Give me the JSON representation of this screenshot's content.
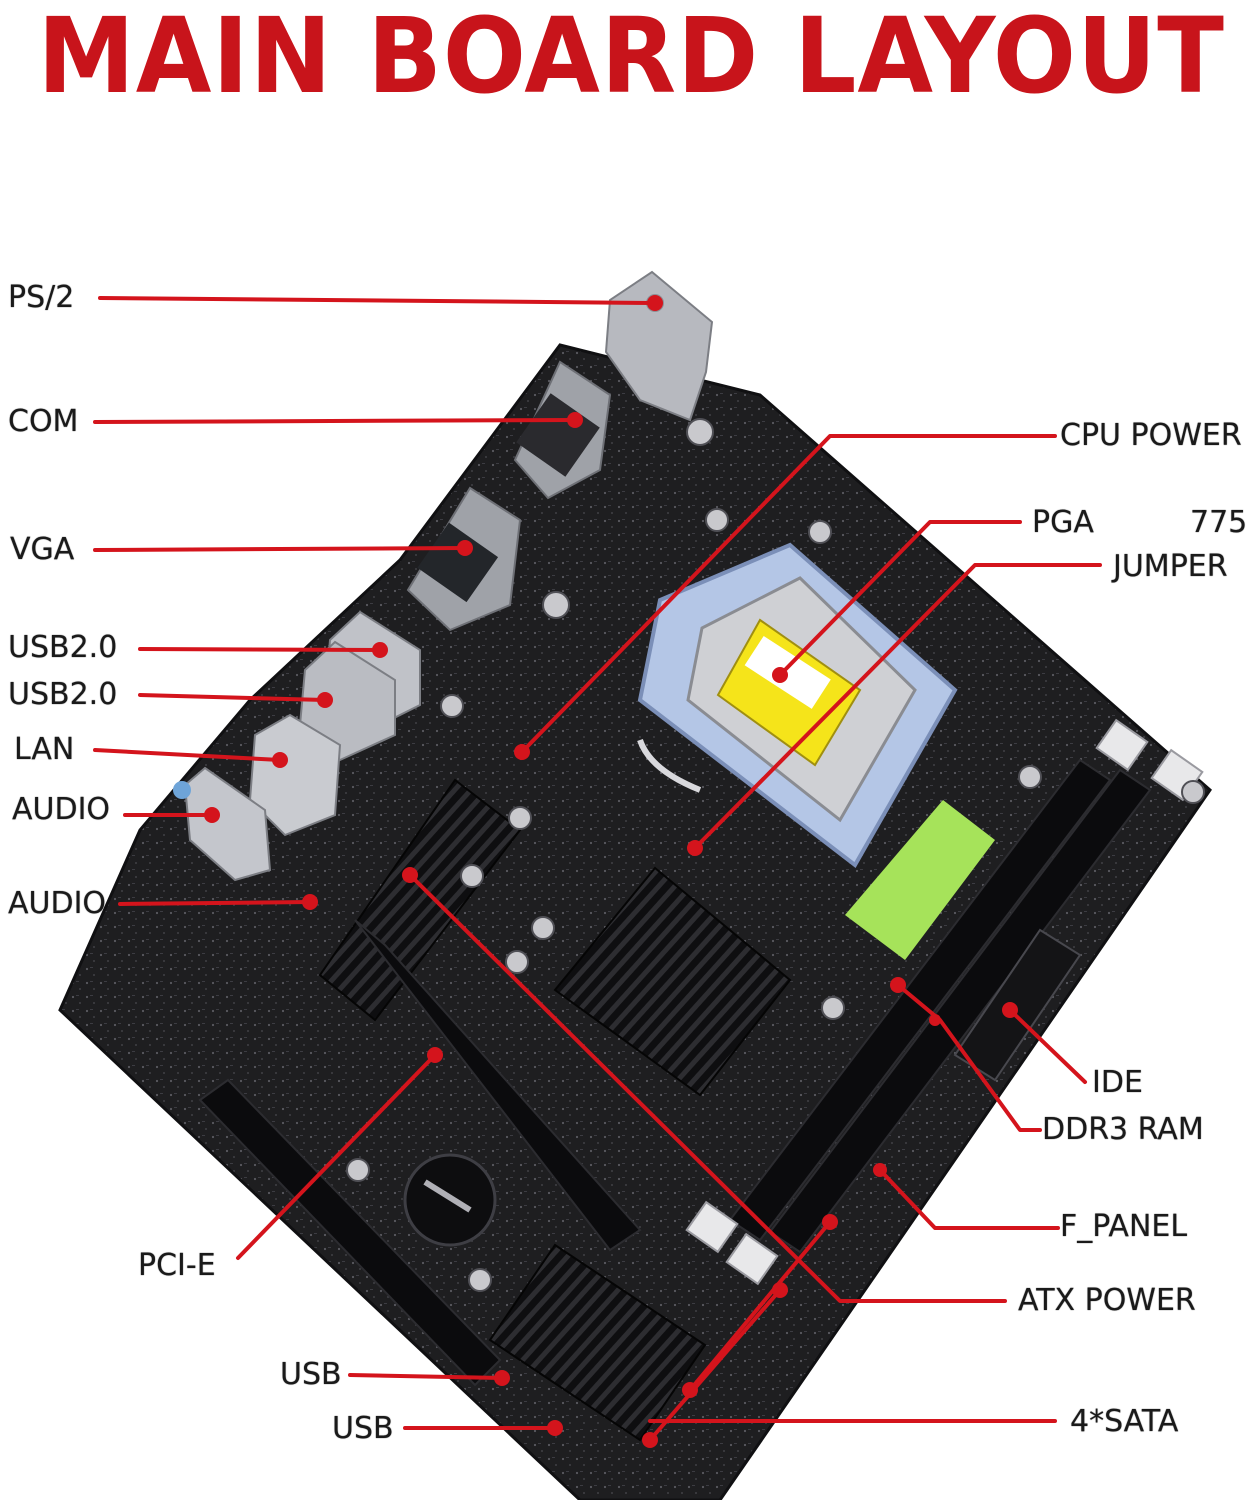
{
  "title": "MAIN BOARD LAYOUT",
  "colors": {
    "title": "#c8141b",
    "leader": "#d4141c",
    "board": "#1d1d1f",
    "text": "#1a1a1a",
    "highlight": "#a6e35a"
  },
  "labels": {
    "ps2": "PS/2",
    "com": "COM",
    "vga": "VGA",
    "usb20_a": "USB2.0",
    "usb20_b": "USB2.0",
    "lan": "LAN",
    "audio_a": "AUDIO",
    "audio_b": "AUDIO",
    "pcie": "PCI-E",
    "usb_a": "USB",
    "usb_b": "USB",
    "cpu_power": "CPU POWER",
    "pga": "PGA",
    "pga_num": "775",
    "jumper": "JUMPER",
    "ide": "IDE",
    "ddr3": "DDR3 RAM",
    "fpanel": "F_PANEL",
    "atx": "ATX POWER",
    "sata": "4*SATA"
  }
}
